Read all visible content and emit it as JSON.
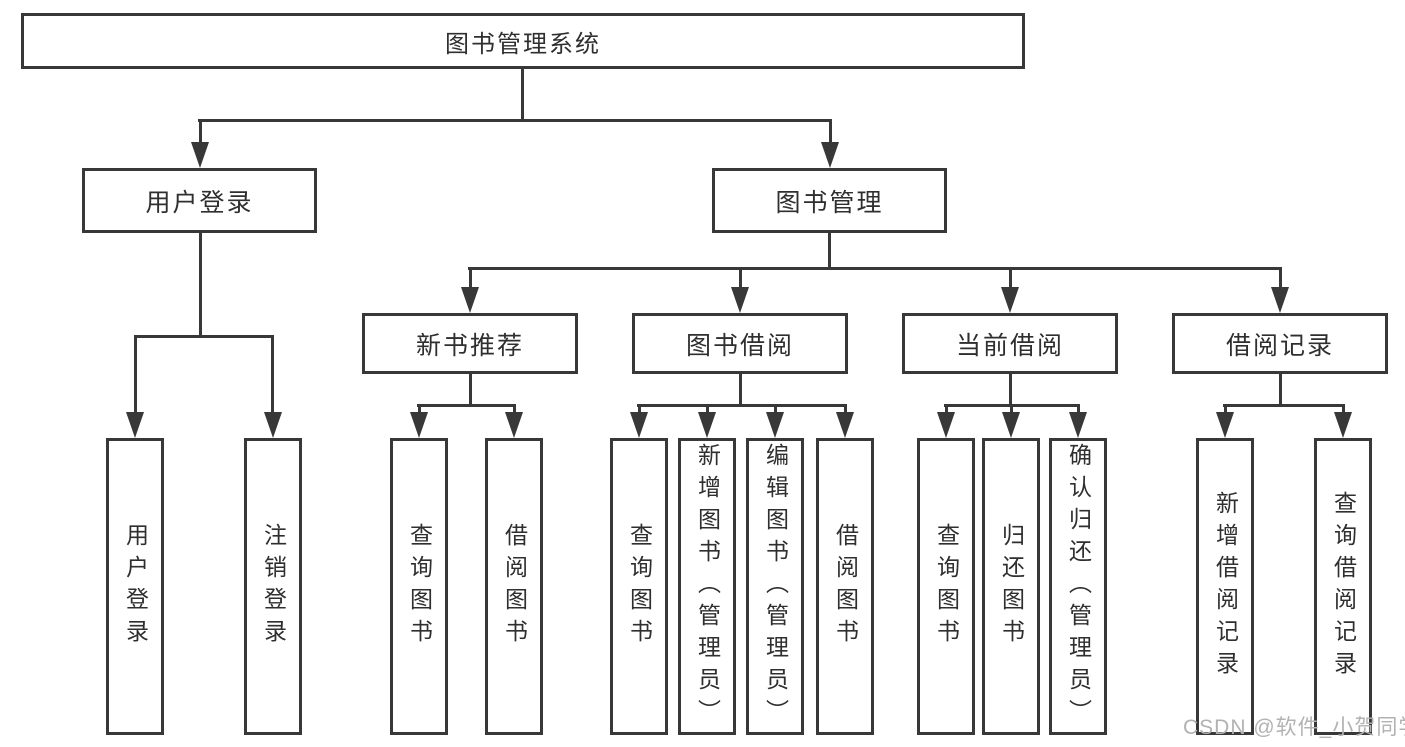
{
  "diagram": {
    "root": {
      "label": "图书管理系统"
    },
    "level2": [
      {
        "label": "用户登录"
      },
      {
        "label": "图书管理"
      }
    ],
    "level3": [
      {
        "label": "新书推荐"
      },
      {
        "label": "图书借阅"
      },
      {
        "label": "当前借阅"
      },
      {
        "label": "借阅记录"
      }
    ],
    "leaves": {
      "user_login": [
        {
          "label": "用户登录"
        },
        {
          "label": "注销登录"
        }
      ],
      "new_books": [
        {
          "label": "查询图书"
        },
        {
          "label": "借阅图书"
        }
      ],
      "book_borrow": [
        {
          "label": "查询图书"
        },
        {
          "label": "新增图书（管理员）"
        },
        {
          "label": "编辑图书（管理员）"
        },
        {
          "label": "借阅图书"
        }
      ],
      "current_borrow": [
        {
          "label": "查询图书"
        },
        {
          "label": "归还图书"
        },
        {
          "label": "确认归还（管理员）"
        }
      ],
      "borrow_records": [
        {
          "label": "新增借阅记录"
        },
        {
          "label": "查询借阅记录"
        }
      ]
    },
    "colors": {
      "line": "#383838",
      "text": "#2f2f2f",
      "background": "#ffffff",
      "watermark": "#b2b2b2"
    }
  },
  "watermark": {
    "text": "CSDN @软件_小贺同学"
  }
}
